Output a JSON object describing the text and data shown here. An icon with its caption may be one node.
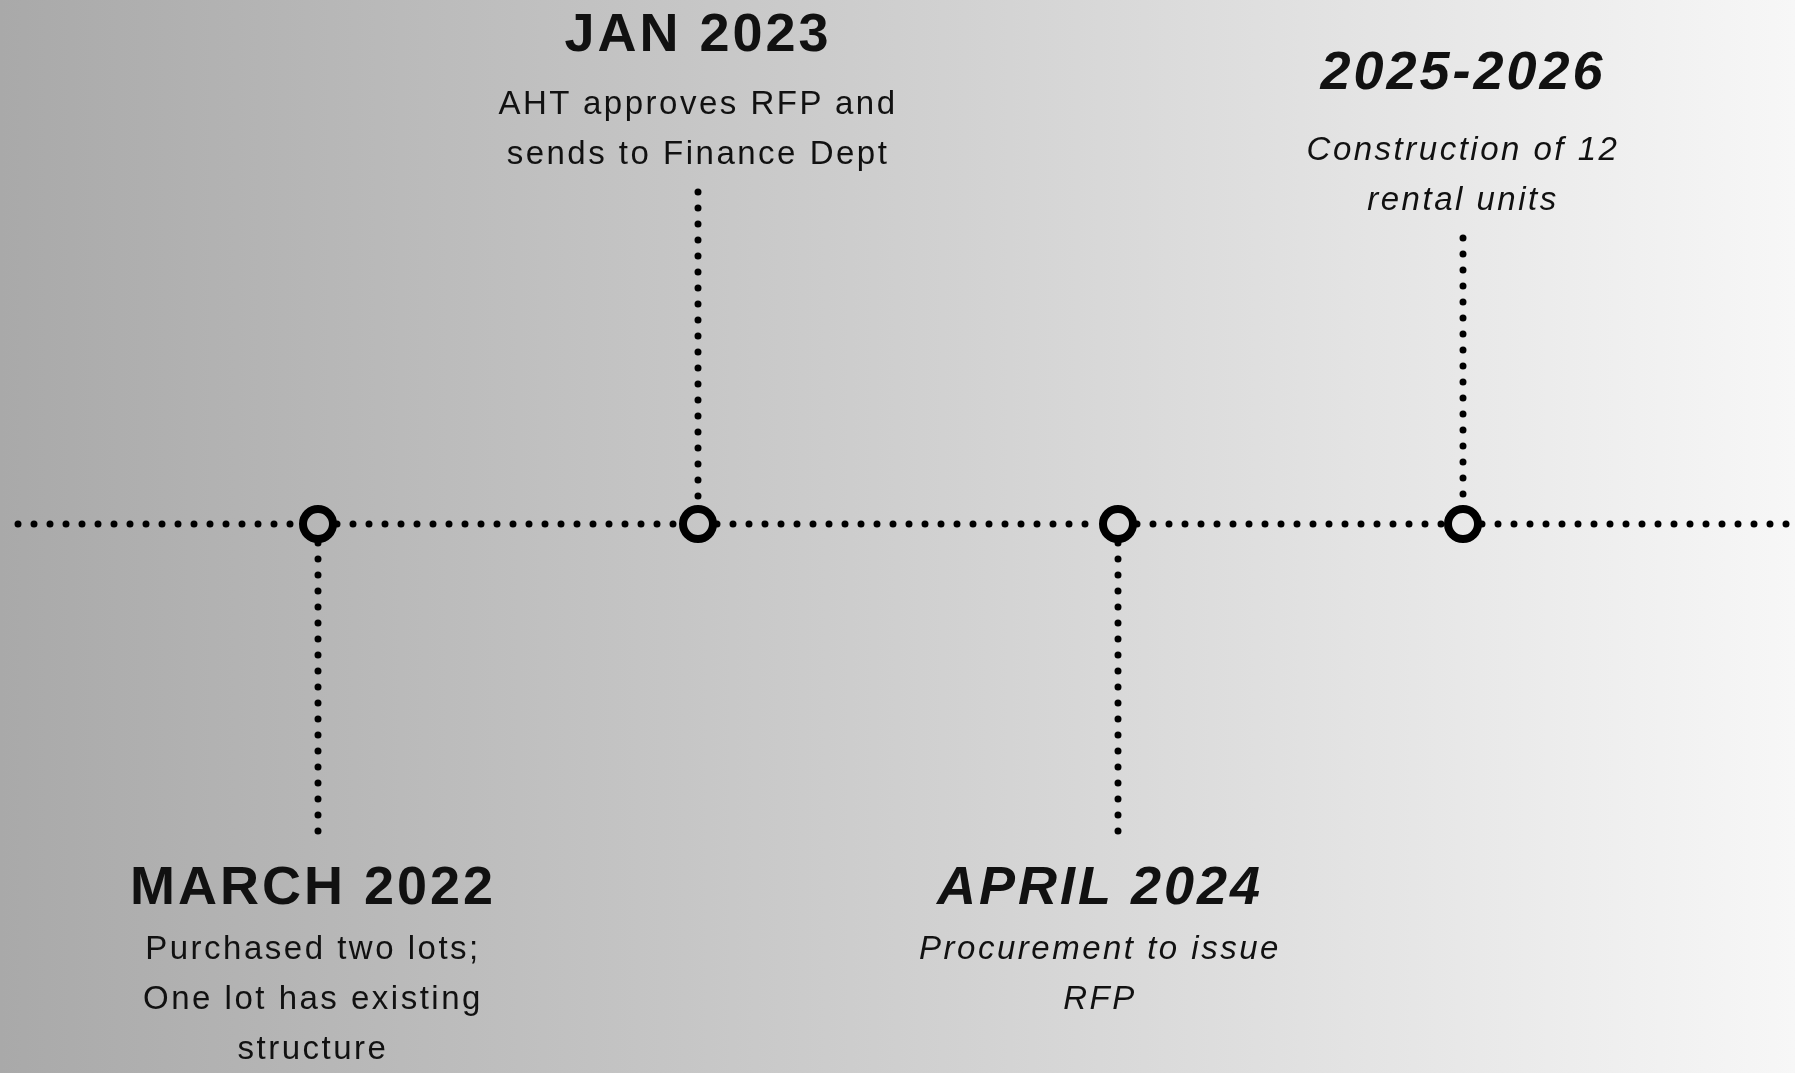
{
  "diagram": {
    "nodes": [
      {
        "text": [
          "JAN 2023",
          "AHT approves RFP and sends to Finance Dept"
        ]
      },
      {
        "text": [
          "2025-2026",
          "Construction of 12 rental units"
        ]
      },
      {
        "text": [],
        "shape": "circle"
      },
      {
        "text": [],
        "shape": "circle"
      },
      {
        "text": [],
        "shape": "circle"
      },
      {
        "text": [],
        "shape": "circle"
      },
      {
        "text": [
          "MARCH 2022",
          "Purchased two lots; One lot has existing structure"
        ]
      },
      {
        "text": [
          "APRIL 2024",
          "Procurement to issue RFP"
        ]
      }
    ],
    "edges": [
      {
        "from": 0,
        "to": 3,
        "arrow": "none",
        "style": "dashed"
      },
      {
        "from": 1,
        "to": 5,
        "arrow": "none",
        "style": "dashed"
      },
      {
        "from": 2,
        "to": 6,
        "arrow": "none",
        "style": "dashed"
      },
      {
        "from": 4,
        "to": 7,
        "arrow": "none",
        "style": "dashed"
      },
      {
        "from": null,
        "to": 2,
        "arrow": "none",
        "style": "dashed"
      },
      {
        "from": 2,
        "to": 3,
        "arrow": "none",
        "style": "dashed"
      },
      {
        "from": 3,
        "to": 4,
        "arrow": "none",
        "style": "dashed"
      },
      {
        "from": 4,
        "to": 5,
        "arrow": "none",
        "style": "dashed"
      },
      {
        "from": 5,
        "to": null,
        "arrow": "none",
        "style": "dashed"
      }
    ]
  }
}
